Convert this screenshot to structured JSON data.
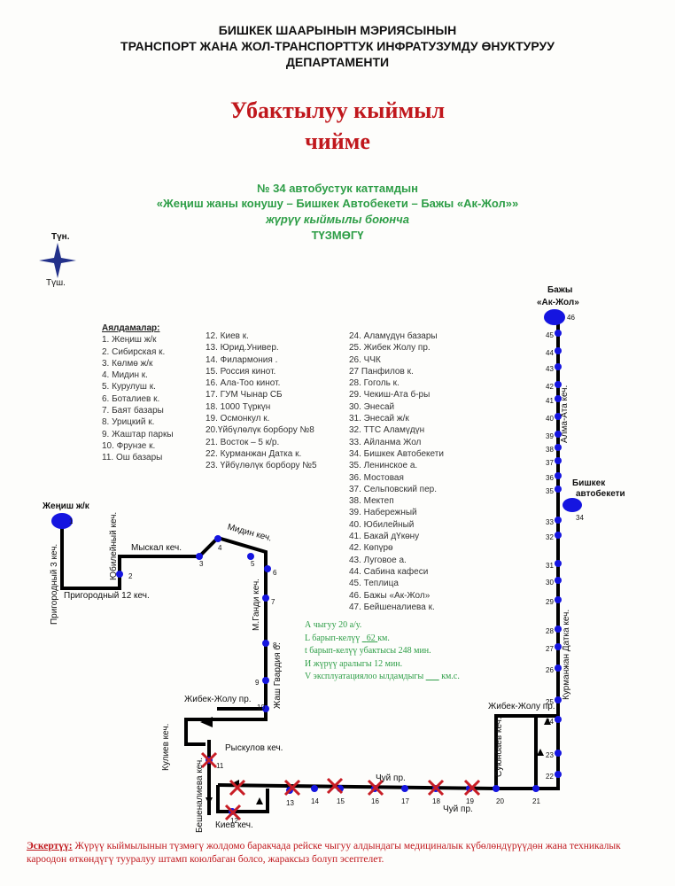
{
  "header": {
    "line1": "БИШКЕК ШААРЫНЫН  МЭРИЯСЫНЫН",
    "line2": "ТРАНСПОРТ ЖАНА ЖОЛ-ТРАНСПОРТТУК ИНФРАТУЗУМДУ ӨНУКТУРУУ",
    "line3": "ДЕПАРТАМЕНТИ"
  },
  "title": {
    "line1": "Убактылуу кыймыл",
    "line2": "чийме"
  },
  "subtitle": {
    "line1": "№ 34  автобустук каттамдын",
    "line2": "«Жеңиш жаны конушу – Бишкек Автобекети – Бажы «Ак-Жол»»",
    "line3": "жүрүү кыймылы боюнча",
    "line4": "ТҮЗМӨГҮ"
  },
  "compass": {
    "north": "Түн.",
    "south": "Түш."
  },
  "legend_title": "Аялдамалар:",
  "stops_col1": [
    "1. Жеңиш ж/к",
    "2. Сибирская к.",
    "3. Көлмө ж/к",
    "4. Мидин к.",
    "5. Курулуш к.",
    "6. Боталиев к.",
    "7. Баят базары",
    "8. Урицкий к.",
    "9. Жаштар паркы",
    "10. Фрунзе к.",
    "11. Ош базары"
  ],
  "stops_col2": [
    "12. Киев к.",
    "13. Юрид.Универ.",
    "14. Филармония .",
    "15. Россия кинот.",
    "16. Ала-Тоо кинот.",
    "17. ГУМ Чынар СБ",
    "18. 1000 Түркүн",
    "19. Осмонкул к.",
    "20.Үйбүлөлүк борбору №8",
    "21. Восток – 5 к/р.",
    "22. Курманжан Датка к.",
    "23. Үйбүлөлүк борбору №5"
  ],
  "stops_col3": [
    "24. Аламүдүн базары",
    "25. Жибек Жолу пр.",
    "26. ЧЧК",
    "27 Панфилов к.",
    "28. Гоголь к.",
    "29. Чекиш-Ата б-ры",
    "30. Энесай",
    "31. Энесай ж/к",
    "32. ТТС Аламүдүн",
    "33. Айланма Жол",
    "34. Бишкек Автобекети",
    "35. Ленинское а.",
    "36. Мостовая",
    "37. Сельповский пер.",
    "38. Мектеп",
    "39. Набережный",
    "40. Юбилейный",
    "41. Бакай дҮкөну",
    "42. Көпүрө",
    "43. Луговое а.",
    "44. Сабина кафеси",
    "45. Теплица",
    "46. Бажы «Ак-Жол»",
    "47. Бейшеналиева к."
  ],
  "stats": {
    "a": "А чыгуу 20 а/у.",
    "l_prefix": "L барып-келүү",
    "l_value": "62",
    "l_suffix": "км.",
    "t": "t барып-келүү убактысы 248 мин.",
    "i": "И жүрүү аралыгы  12  мин.",
    "v_prefix": "V эксплуатациялоо ылдамдыгы",
    "v_suffix": "км.с."
  },
  "map_labels": {
    "zhenish": "Жеңиш ж/к",
    "pregorod3": "Пригородный 3 кеч.",
    "pregorod12": "Пригородный 12 кеч.",
    "yubileyny": "Юбилейный кеч.",
    "myskal": "Мыскал кеч.",
    "midin": "Мидин кеч.",
    "gandi": "М.Ганди кеч.",
    "zhash": "Жаш Гвардия б.",
    "zhibek_left": "Жибек-Жолу пр.",
    "zhibek_right": "Жибек-Жолу пр.",
    "kuliev": "Кулиев кеч.",
    "ryskulov": "Рыскулов кеч.",
    "beishenalieva": "Бешеналиева кеч.",
    "kiev": "Киев кеч.",
    "chuy_top": "Чуй пр.",
    "chuy_bottom": "Чуй пр.",
    "suyumbaev": "Суюнбаев кеч.",
    "kurmanzhan": "Курманжан Датка кеч.",
    "almaata": "Алма-Ата кеч.",
    "bishkek_avto1": "Бишкек",
    "bishkek_avto2": "автобекети",
    "bazhy1": "Бажы",
    "bazhy2": "«Ак-Жол»"
  },
  "note": {
    "label": "Эскертүү:",
    "text": " Жүрүү кыймылынын түзмөгү жолдомо баракчада рейске чыгуу алдындагы медициналык күбөлөндүрүүдөн жана техникалык кароодон өткөндүгү тууралуу штамп коюлбаган болсо, жараксыз болуп эсептелет."
  },
  "colors": {
    "title_red": "#c0171c",
    "green": "#2e9e47",
    "stop_blue": "#1515e0",
    "route": "#000000"
  }
}
